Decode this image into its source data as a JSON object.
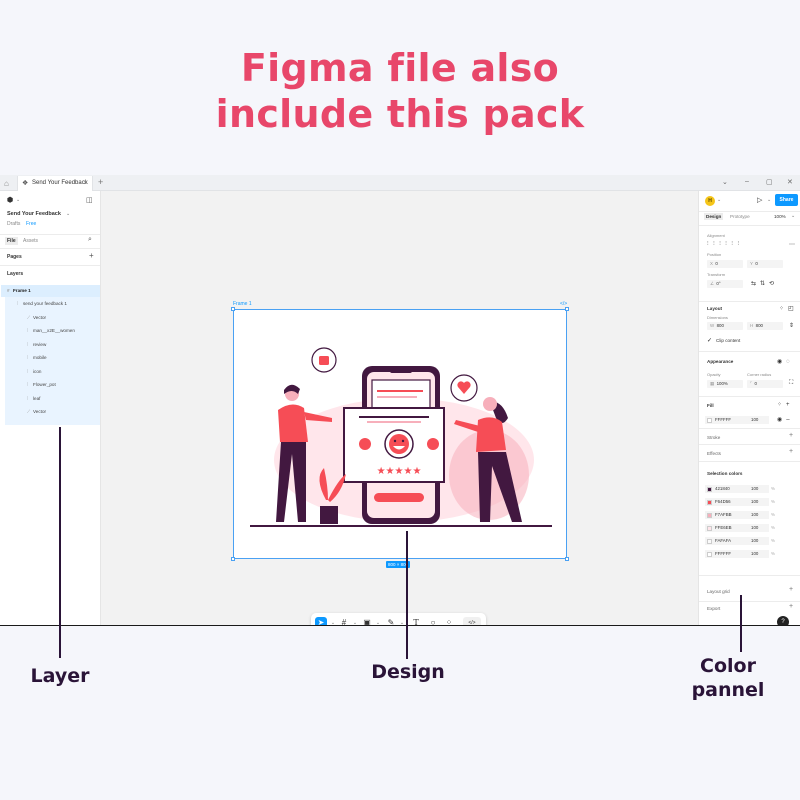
{
  "headline": {
    "line1": "Figma file also",
    "line2": "include this pack"
  },
  "tabbar": {
    "tab_label": "Send Your Feedback",
    "close": "×",
    "plus": "+",
    "home_icon": "home-icon"
  },
  "left_panel": {
    "file_name": "Send Your Feedback",
    "drafts": "Drafts",
    "plan": "Free",
    "tabs": [
      "File",
      "Assets"
    ],
    "pages_label": "Pages",
    "layers_label": "Layers",
    "layers": [
      {
        "name": "Frame 1",
        "depth": 0
      },
      {
        "name": "send your feedback 1",
        "depth": 1
      },
      {
        "name": "Vector",
        "depth": 2
      },
      {
        "name": "man__x2E__women",
        "depth": 2
      },
      {
        "name": "review",
        "depth": 2
      },
      {
        "name": "mobile",
        "depth": 2
      },
      {
        "name": "icon",
        "depth": 2
      },
      {
        "name": "Flower_pot",
        "depth": 2
      },
      {
        "name": "leaf",
        "depth": 2
      },
      {
        "name": "Vector",
        "depth": 2
      }
    ]
  },
  "canvas": {
    "frame_label": "Frame 1",
    "size_badge": "800 × 800",
    "code_icon": "</>",
    "stars": "★★★★★"
  },
  "right_panel": {
    "avatar": "H",
    "share": "Share",
    "tabs": [
      "Design",
      "Prototype"
    ],
    "zoom": "100%",
    "alignment_label": "Alignment",
    "position_label": "Position",
    "x": "0",
    "y": "0",
    "transform_label": "Transform",
    "rotation": "0°",
    "layout_label": "Layout",
    "dimensions_label": "Dimensions",
    "w": "800",
    "h": "800",
    "clip_content": "Clip content",
    "appearance_label": "Appearance",
    "opacity_label": "Opacity",
    "corner_label": "Corner radius",
    "opacity": "100%",
    "corner": "0",
    "fill_label": "Fill",
    "fill_hex": "FFFFFF",
    "fill_pct": "100",
    "stroke_label": "Stroke",
    "effects_label": "Effects",
    "selection_colors_label": "Selection colors",
    "selection_colors": [
      {
        "hex": "421840",
        "pct": "100",
        "color": "#421840"
      },
      {
        "hex": "F64D56",
        "pct": "100",
        "color": "#F64D56"
      },
      {
        "hex": "F7AFBB",
        "pct": "100",
        "color": "#F7AFBB"
      },
      {
        "hex": "FFE6EB",
        "pct": "100",
        "color": "#FFE6EB"
      },
      {
        "hex": "FAFAFA",
        "pct": "100",
        "color": "#FAFAFA"
      },
      {
        "hex": "FFFFFF",
        "pct": "100",
        "color": "#FFFFFF"
      }
    ],
    "layout_grid_label": "Layout grid",
    "export_label": "Export",
    "help": "?"
  },
  "captions": {
    "layer": "Layer",
    "design": "Design",
    "color_line1": "Color",
    "color_line2": "pannel"
  },
  "colors": {
    "accent": "#e8476a",
    "figma_blue": "#0d99ff",
    "dark": "#421840",
    "red": "#F64D56",
    "pink": "#F7AFBB"
  }
}
